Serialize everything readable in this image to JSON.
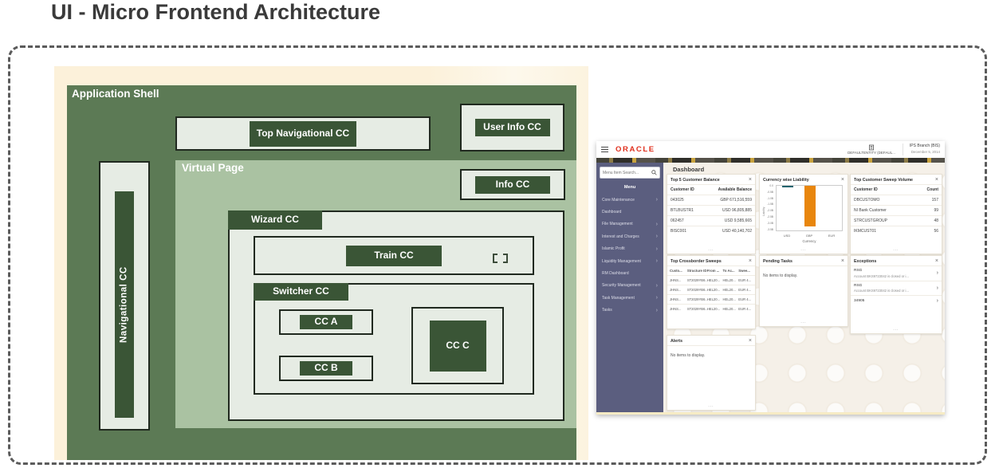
{
  "page": {
    "title": "UI - Micro Frontend Architecture"
  },
  "palette": {
    "shell_green": "#5c7a55",
    "virtual_page_green": "#aac2a2",
    "label_green": "#3a5536",
    "diagram_background": "#fcf1da",
    "oracle_red": "#e0301e",
    "sidebar_blue": "#5b5e7f",
    "bar_orange": "#e8860d",
    "bar_teal": "#23646e"
  },
  "diagram": {
    "application_shell": "Application Shell",
    "top_navigational_cc": "Top Navigational CC",
    "user_info_cc": "User Info CC",
    "virtual_page": "Virtual Page",
    "info_cc": "Info CC",
    "navigational_cc": "Navigational CC",
    "wizard_cc": "Wizard CC",
    "train_cc": "Train CC",
    "switcher_cc": "Switcher CC",
    "cc_a": "CC A",
    "cc_b": "CC B",
    "cc_c": "CC C"
  },
  "dashboard": {
    "brand": "ORACLE",
    "entity_label": "DEFAULTENTITY (DEFAUL...",
    "branch_label": "IPS Branch (BIS)",
    "date_label": "December 5, 2014",
    "page_title": "Dashboard",
    "close_glyph": "×",
    "ellipsis": "...",
    "sidebar": {
      "search_placeholder": "Menu Item Search...",
      "menu_header": "Menu",
      "items": [
        {
          "label": "Core Maintenance",
          "chevron": "›"
        },
        {
          "label": "Dashboard",
          "chevron": ""
        },
        {
          "label": "File Management",
          "chevron": "›"
        },
        {
          "label": "Interest and Charges",
          "chevron": "›"
        },
        {
          "label": "Islamic Profit",
          "chevron": "›"
        },
        {
          "label": "Liquidity Management",
          "chevron": "›"
        },
        {
          "label": "RM Dashboard",
          "chevron": ""
        },
        {
          "label": "Security Management",
          "chevron": "›"
        },
        {
          "label": "Task Management",
          "chevron": "›"
        },
        {
          "label": "Tasks",
          "chevron": "›"
        }
      ]
    },
    "cards": {
      "top5": {
        "title": "Top 5 Customer Balance",
        "headers": [
          "Customer ID",
          "Available Balance"
        ],
        "rows": [
          {
            "id": "043025",
            "value": "GBP 671,516,559"
          },
          {
            "id": "BTLBUSTR1",
            "value": "USD 96,805,885"
          },
          {
            "id": "062457",
            "value": "USD 9,585,665"
          },
          {
            "id": "BISC001",
            "value": "USD 40,140,702"
          }
        ]
      },
      "sweep": {
        "title": "Top Customer Sweep Volume",
        "headers": [
          "Customer ID",
          "Count"
        ],
        "rows": [
          {
            "id": "DBCUSTOMO",
            "value": "157"
          },
          {
            "id": "NI Bank Customer",
            "value": "99"
          },
          {
            "id": "STRCUSTGROUP",
            "value": "48"
          },
          {
            "id": "IKMCUST01",
            "value": "56"
          }
        ]
      },
      "crossborder": {
        "title": "Top Crossborder Sweeps",
        "headers": [
          "Custo...",
          "Structure ID",
          "From ...",
          "To Ac...",
          "Swee..."
        ],
        "rows": [
          [
            "JHNS...",
            "ST2029YB6...",
            "HEL20...",
            "HEL20...",
            "EUR 4..."
          ],
          [
            "JHNS...",
            "ST2029YB6...",
            "HEL20...",
            "HEL20...",
            "EUR 4..."
          ],
          [
            "JHNS...",
            "ST2029YB6...",
            "HEL20...",
            "HEL20...",
            "EUR 4..."
          ],
          [
            "JHNS...",
            "ST2029YB6...",
            "HEL20...",
            "HEL20...",
            "EUR 4..."
          ]
        ]
      },
      "pending": {
        "title": "Pending Tasks",
        "empty": "No items to display."
      },
      "exceptions": {
        "title": "Exceptions",
        "rows": [
          {
            "code": "RSG",
            "desc": "Account BKS9723042 is closed or i...",
            "chevron": "›"
          },
          {
            "code": "RSG",
            "desc": "Account BKS9723042 is closed or i...",
            "chevron": "›"
          },
          {
            "code": "34905",
            "desc": "",
            "chevron": "›"
          }
        ]
      },
      "alerts": {
        "title": "Alerts",
        "empty": "No items to display."
      }
    }
  },
  "chart_data": {
    "type": "bar",
    "title": "Currency wise Liability",
    "categories": [
      "USD",
      "GBP",
      "EUR"
    ],
    "values": [
      -0.1,
      -3.2,
      0
    ],
    "unit": "B",
    "xlabel": "Currency",
    "ylabel": "Liability",
    "ylim": [
      -3.5,
      0
    ],
    "yticks": [
      "0.0",
      "-0.5B",
      "-1.0B",
      "-1.5B",
      "-2.0B",
      "-2.5B",
      "-3.0B",
      "-3.5B"
    ],
    "bar_colors": [
      "#23646e",
      "#e8860d",
      "#e8860d"
    ],
    "grid": false,
    "legend_position": "none"
  }
}
